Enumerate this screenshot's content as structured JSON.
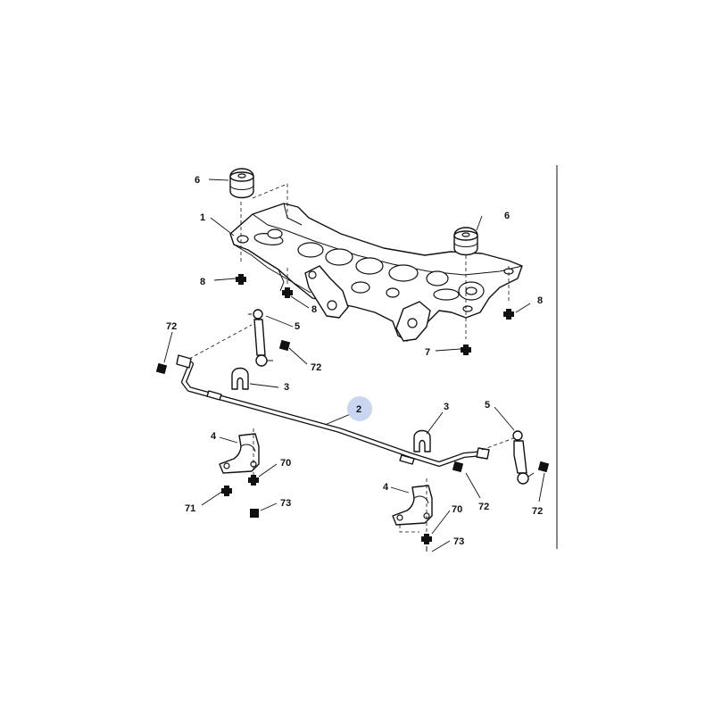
{
  "callouts": {
    "c6a": "6",
    "c6b": "6",
    "c1": "1",
    "c8a": "8",
    "c8b": "8",
    "c8c": "8",
    "c7": "7",
    "c5a": "5",
    "c5b": "5",
    "c72a": "72",
    "c72b": "72",
    "c72c": "72",
    "c72d": "72",
    "c3a": "3",
    "c3b": "3",
    "c2": "2",
    "c4a": "4",
    "c4b": "4",
    "c70a": "70",
    "c70b": "70",
    "c71": "71",
    "c73a": "73",
    "c73b": "73"
  },
  "colors": {
    "ink": "#111111",
    "highlight": "#c9d6f0"
  }
}
